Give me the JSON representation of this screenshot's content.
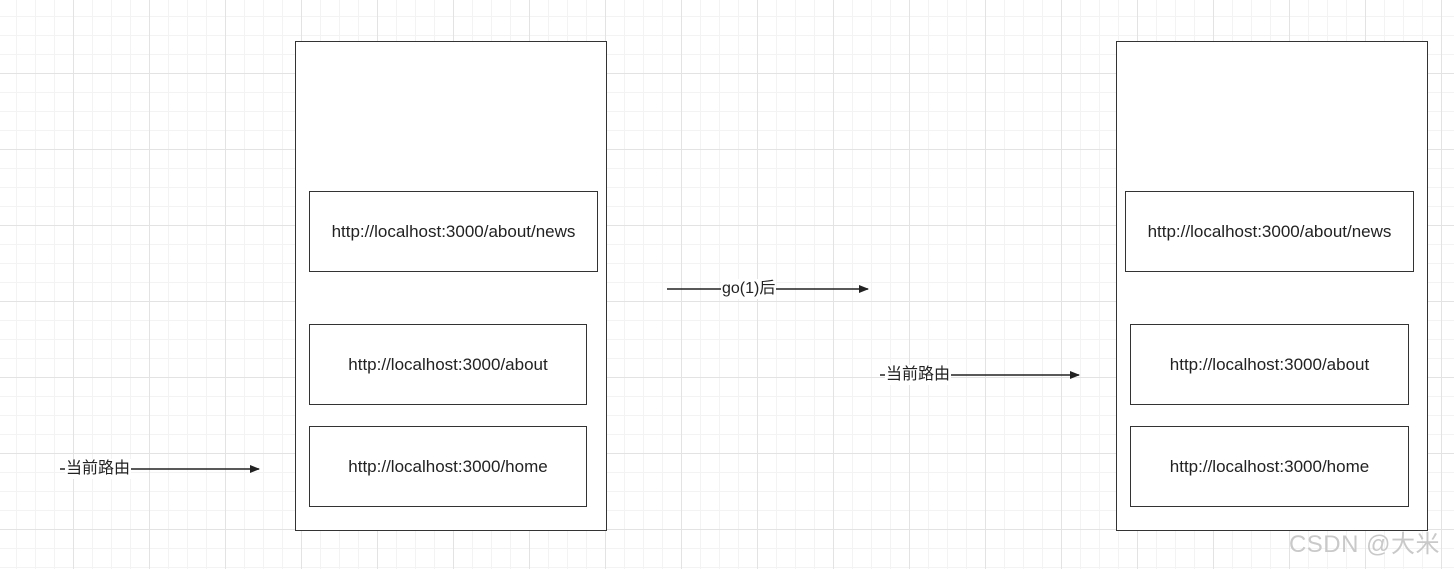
{
  "diagram": {
    "left_stack": {
      "entries": [
        "http://localhost:3000/about/news",
        "http://localhost:3000/about",
        "http://localhost:3000/home"
      ],
      "pointer_label": "当前路由"
    },
    "transition_label": "go(1)后",
    "right_stack": {
      "entries": [
        "http://localhost:3000/about/news",
        "http://localhost:3000/about",
        "http://localhost:3000/home"
      ],
      "pointer_label": "当前路由"
    }
  },
  "watermark": "CSDN @大米"
}
